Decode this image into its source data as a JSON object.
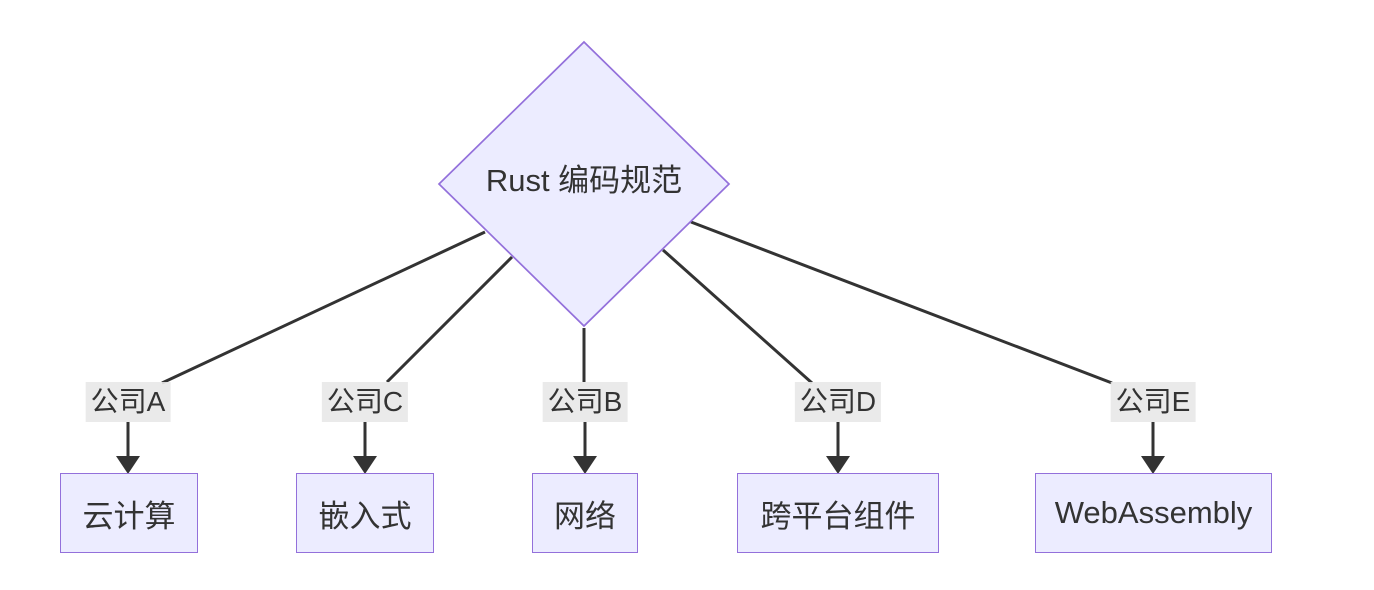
{
  "diagram": {
    "type": "flowchart",
    "direction": "top-down",
    "root": {
      "label": "Rust 编码规范",
      "shape": "diamond"
    },
    "edges": [
      {
        "label": "公司A",
        "target": "云计算"
      },
      {
        "label": "公司C",
        "target": "嵌入式"
      },
      {
        "label": "公司B",
        "target": "网络"
      },
      {
        "label": "公司D",
        "target": "跨平台组件"
      },
      {
        "label": "公司E",
        "target": "WebAssembly"
      }
    ],
    "colors": {
      "node_fill": "#ECECFF",
      "node_border": "#9370DB",
      "edge_line": "#333333",
      "edge_label_bg": "#e8e8e8",
      "text": "#333333",
      "background": "#ffffff"
    }
  }
}
